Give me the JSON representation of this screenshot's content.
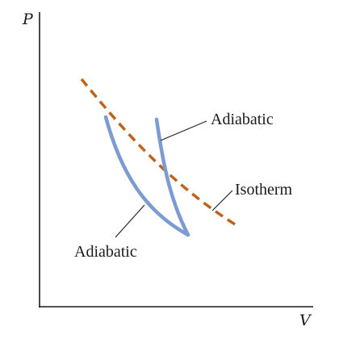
{
  "axes": {
    "y_label": "P",
    "x_label": "V"
  },
  "labels": {
    "adiabatic_upper": "Adiabatic",
    "isotherm": "Isotherm",
    "adiabatic_lower": "Adiabatic"
  },
  "colors": {
    "adiabatic": "#7b9bd2",
    "isotherm": "#c0631a"
  }
}
